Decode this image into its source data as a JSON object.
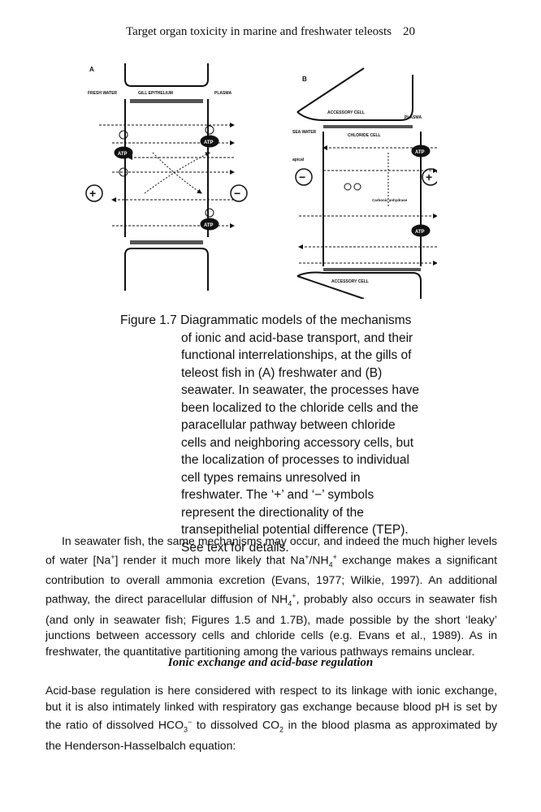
{
  "header": {
    "title": "Target organ toxicity in marine and freshwater teleosts",
    "page_number": "20"
  },
  "figure": {
    "panel_a": {
      "label": "A",
      "fresh_water": "FRESH WATER",
      "epithelium": "GILL EPITHELIUM",
      "plasma": "PLASMA",
      "atp1": "ATP",
      "atp2": "ATP",
      "atp3": "ATP",
      "plus": "+",
      "minus": "−"
    },
    "panel_b": {
      "label": "B",
      "accessory_top": "ACCESSORY CELL",
      "plasma": "PLASMA",
      "sea_water": "SEA WATER",
      "chloride_cell": "CHLORIDE CELL",
      "apical": "apical",
      "minus": "−",
      "plus": "+",
      "atp1": "ATP",
      "atp2": "ATP",
      "carbonic": "Carbonic anhydrase",
      "accessory_bottom": "ACCESSORY CELL"
    }
  },
  "caption": {
    "label": "Figure 1.7",
    "first_line": "Diagrammatic models of the mechanisms",
    "lines": [
      "of ionic and acid-base transport, and their",
      "functional interrelationships, at the gills of",
      "teleost fish in (A) freshwater and (B)",
      "seawater. In seawater, the processes have",
      "been localized to the chloride cells and the",
      "paracellular pathway between chloride",
      "cells and neighboring accessory cells, but",
      "the localization of processes to individual",
      "cell types remains unresolved in",
      "freshwater. The ‘+’ and ‘−’ symbols",
      "represent the directionality of the",
      "transepithelial potential difference (TEP).",
      "See text for details."
    ]
  },
  "paragraph1": {
    "t1": "In seawater fish, the same mechanisms may occur, and indeed the much higher levels of water [Na",
    "t2": "] render it much more likely that Na",
    "t3": "/NH",
    "t4": " exchange makes a significant contribution to overall ammonia excretion (Evans, 1977; Wilkie, 1997). An additional pathway, the direct paracellular diffusion of NH",
    "t5": ", probably also occurs in seawater fish (and only in seawater fish; Figures 1.5 and 1.7B), made possible by the short ‘leaky’ junctions between accessory cells and chloride cells (e.g. Evans et al., 1989). As in freshwater, the quantitative partitioning among the various pathways remains unclear.",
    "sup_plus": "+",
    "sub4": "4"
  },
  "subheading": "Ionic exchange and acid-base regulation",
  "paragraph2": {
    "t1": "Acid-base regulation is here considered with respect to its linkage with ionic exchange, but it is also intimately linked with respiratory gas exchange because blood pH is set by the ratio of dissolved HCO",
    "sub3": "3",
    "sup_minus": "−",
    "t2": " to dissolved CO",
    "sub2": "2",
    "t3": " in the blood plasma as approximated by the Henderson-Hasselbalch equation:"
  }
}
